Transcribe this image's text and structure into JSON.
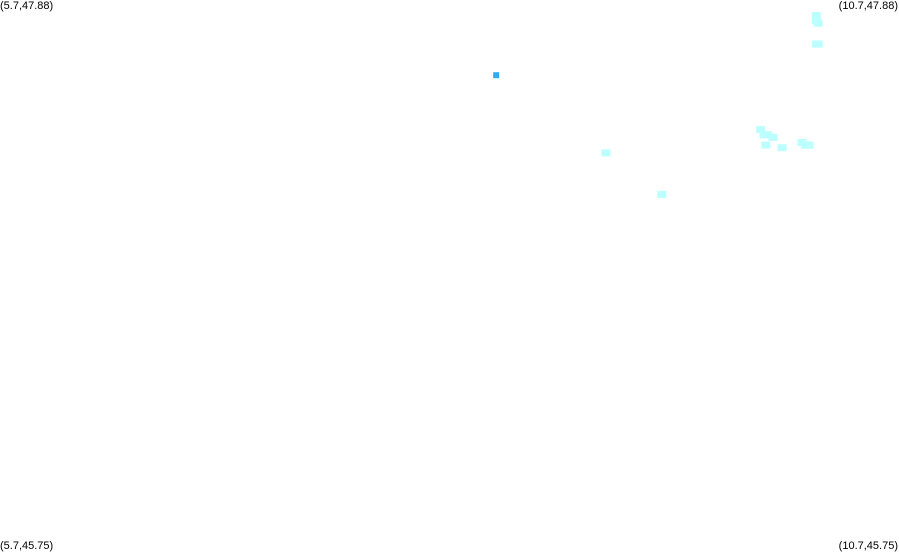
{
  "corner_labels": {
    "top_left": "(5.7,47.88)",
    "top_right": "(10.7,47.88)",
    "bottom_left": "(5.7,45.75)",
    "bottom_right": "(10.7,45.75)"
  },
  "bounds": {
    "lon_min": 5.7,
    "lon_max": 10.7,
    "lat_min": 45.75,
    "lat_max": 47.88
  },
  "colors": {
    "highlight": "#33aaee",
    "marker": "#bbffff"
  },
  "points": [
    {
      "lon": 8.46,
      "lat": 47.59,
      "color": "highlight"
    },
    {
      "lon": 9.07,
      "lat": 47.29,
      "color": "marker"
    },
    {
      "lon": 9.38,
      "lat": 47.13,
      "color": "marker"
    },
    {
      "lon": 9.93,
      "lat": 47.38,
      "color": "marker"
    },
    {
      "lon": 9.95,
      "lat": 47.36,
      "color": "marker"
    },
    {
      "lon": 9.97,
      "lat": 47.36,
      "color": "marker"
    },
    {
      "lon": 10.0,
      "lat": 47.35,
      "color": "marker"
    },
    {
      "lon": 9.96,
      "lat": 47.32,
      "color": "marker"
    },
    {
      "lon": 10.05,
      "lat": 47.31,
      "color": "marker"
    },
    {
      "lon": 10.16,
      "lat": 47.33,
      "color": "marker"
    },
    {
      "lon": 10.18,
      "lat": 47.32,
      "color": "marker"
    },
    {
      "lon": 10.2,
      "lat": 47.32,
      "color": "marker"
    },
    {
      "lon": 10.24,
      "lat": 47.82,
      "color": "marker"
    },
    {
      "lon": 10.24,
      "lat": 47.8,
      "color": "marker"
    },
    {
      "lon": 10.25,
      "lat": 47.79,
      "color": "marker"
    },
    {
      "lon": 10.25,
      "lat": 47.71,
      "color": "marker"
    },
    {
      "lon": 10.24,
      "lat": 47.71,
      "color": "marker"
    }
  ]
}
